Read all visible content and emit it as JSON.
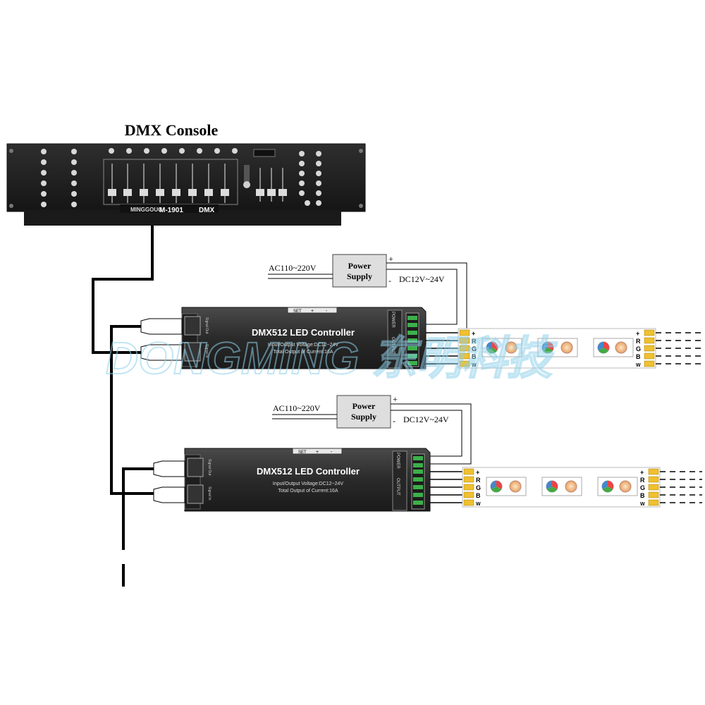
{
  "title": "DMX Console",
  "console": {
    "model": "M-1901",
    "protocol": "DMX",
    "brand": "MINGGOUG"
  },
  "watermark": "DONGMING 东明科技",
  "power_supply": {
    "label_line1": "Power",
    "label_line2": "Supply",
    "ac_input": "AC110~220V",
    "dc_output": "DC12V~24V",
    "plus": "+",
    "minus": "-"
  },
  "controller": {
    "title": "DMX512 LED Controller",
    "voltage": "Input/Output Voltage:DC12~24V",
    "current": "Total Output of Current:16A",
    "set_label": "SET",
    "plus_btn": "+",
    "minus_btn": "-",
    "power_label": "POWER",
    "output_label": "OUTPUT",
    "signal_out": "Signal Out",
    "signal_in": "Signal In"
  },
  "strip": {
    "pins": [
      "+",
      "R",
      "G",
      "B",
      "W"
    ]
  },
  "colors": {
    "device_body": "#2b2b2b",
    "device_top": "#3a3a3a",
    "wire": "#000000",
    "strip_pin": "#f0c030",
    "watermark": "#8fd0ea"
  }
}
